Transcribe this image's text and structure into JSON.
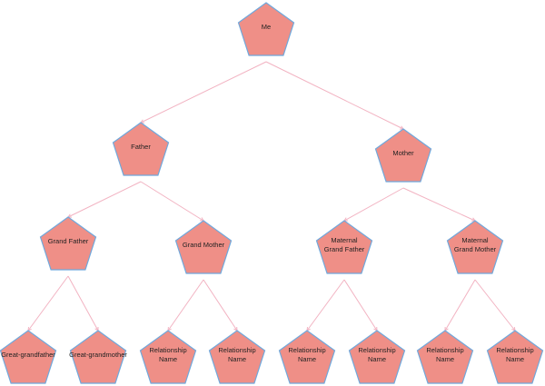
{
  "title": "Family tree",
  "colors": {
    "node_fill": "#ef8f87",
    "node_stroke": "#6fa8dc",
    "connector": "#f2b3c2"
  },
  "nodes": [
    {
      "id": "me",
      "lines": [
        "Me"
      ],
      "parent": null
    },
    {
      "id": "father",
      "lines": [
        "Father"
      ],
      "parent": "me"
    },
    {
      "id": "mother",
      "lines": [
        "Mother"
      ],
      "parent": "me"
    },
    {
      "id": "grand-father",
      "lines": [
        "Grand Father"
      ],
      "parent": "father"
    },
    {
      "id": "grand-mother",
      "lines": [
        "Grand Mother"
      ],
      "parent": "father"
    },
    {
      "id": "maternal-grand-father",
      "lines": [
        "Maternal",
        "Grand Father"
      ],
      "parent": "mother"
    },
    {
      "id": "maternal-grand-mother",
      "lines": [
        "Maternal",
        "Grand Mother"
      ],
      "parent": "mother"
    },
    {
      "id": "great-grandfather",
      "lines": [
        "Great-grandfather"
      ],
      "parent": "grand-father"
    },
    {
      "id": "great-grandmother",
      "lines": [
        "Great-grandmother"
      ],
      "parent": "grand-father"
    },
    {
      "id": "relationship-1",
      "lines": [
        "Relationship",
        "Name"
      ],
      "parent": "grand-mother"
    },
    {
      "id": "relationship-2",
      "lines": [
        "Relationship",
        "Name"
      ],
      "parent": "grand-mother"
    },
    {
      "id": "relationship-3",
      "lines": [
        "Relationship",
        "Name"
      ],
      "parent": "maternal-grand-father"
    },
    {
      "id": "relationship-4",
      "lines": [
        "Relationship",
        "Name"
      ],
      "parent": "maternal-grand-father"
    },
    {
      "id": "relationship-5",
      "lines": [
        "Relationship",
        "Name"
      ],
      "parent": "maternal-grand-mother"
    },
    {
      "id": "relationship-6",
      "lines": [
        "Relationship",
        "Name"
      ],
      "parent": "maternal-grand-mother"
    }
  ]
}
